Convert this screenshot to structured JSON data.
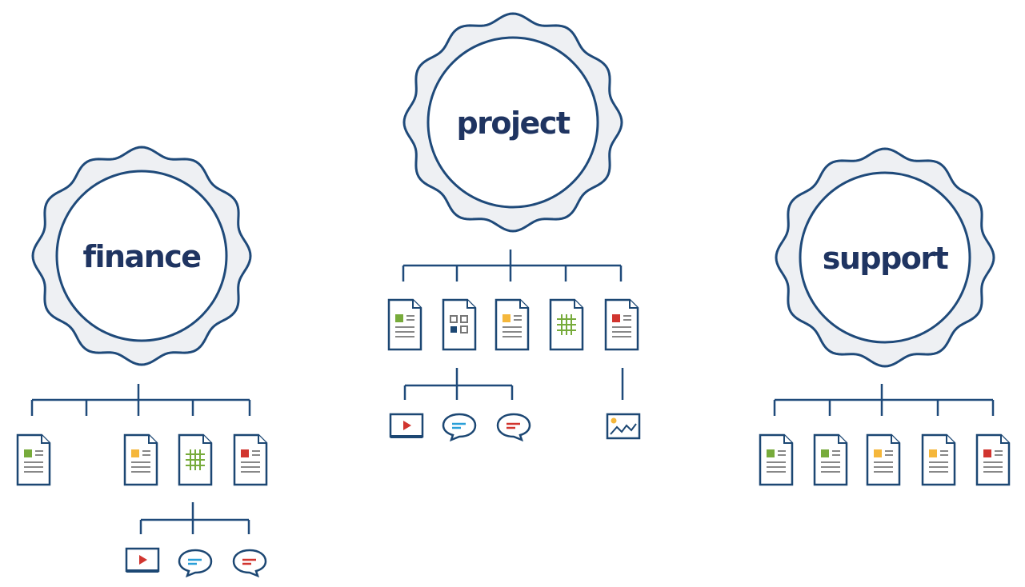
{
  "colors": {
    "navy": "#1f4a7a",
    "text": "#1f3461",
    "badge_fill": "#eef0f3",
    "line": "#1f4a7a",
    "green": "#77ab3b",
    "yellow": "#f5b73b",
    "red": "#d1352f",
    "blue": "#2a9fd8",
    "dark_navy": "#1c4773"
  },
  "groups": [
    {
      "id": "finance",
      "label": "finance",
      "documents": [
        {
          "icon": "doc-green-icon"
        },
        {
          "icon": "doc-yellow-icon"
        },
        {
          "icon": "doc-table-icon"
        },
        {
          "icon": "doc-red-icon"
        }
      ],
      "media": [
        {
          "icon": "video-icon"
        },
        {
          "icon": "chat-blue-icon"
        },
        {
          "icon": "chat-red-icon"
        }
      ]
    },
    {
      "id": "project",
      "label": "project",
      "documents": [
        {
          "icon": "doc-green-icon"
        },
        {
          "icon": "doc-grid-icon"
        },
        {
          "icon": "doc-yellow-icon"
        },
        {
          "icon": "doc-table-icon"
        },
        {
          "icon": "doc-red-icon"
        }
      ],
      "media": [
        {
          "icon": "video-icon"
        },
        {
          "icon": "chat-blue-icon"
        },
        {
          "icon": "chat-red-icon"
        },
        {
          "icon": "image-chart-icon"
        }
      ]
    },
    {
      "id": "support",
      "label": "support",
      "documents": [
        {
          "icon": "doc-green-icon"
        },
        {
          "icon": "doc-green-icon"
        },
        {
          "icon": "doc-yellow-icon"
        },
        {
          "icon": "doc-yellow-icon"
        },
        {
          "icon": "doc-red-icon"
        }
      ],
      "media": []
    }
  ]
}
